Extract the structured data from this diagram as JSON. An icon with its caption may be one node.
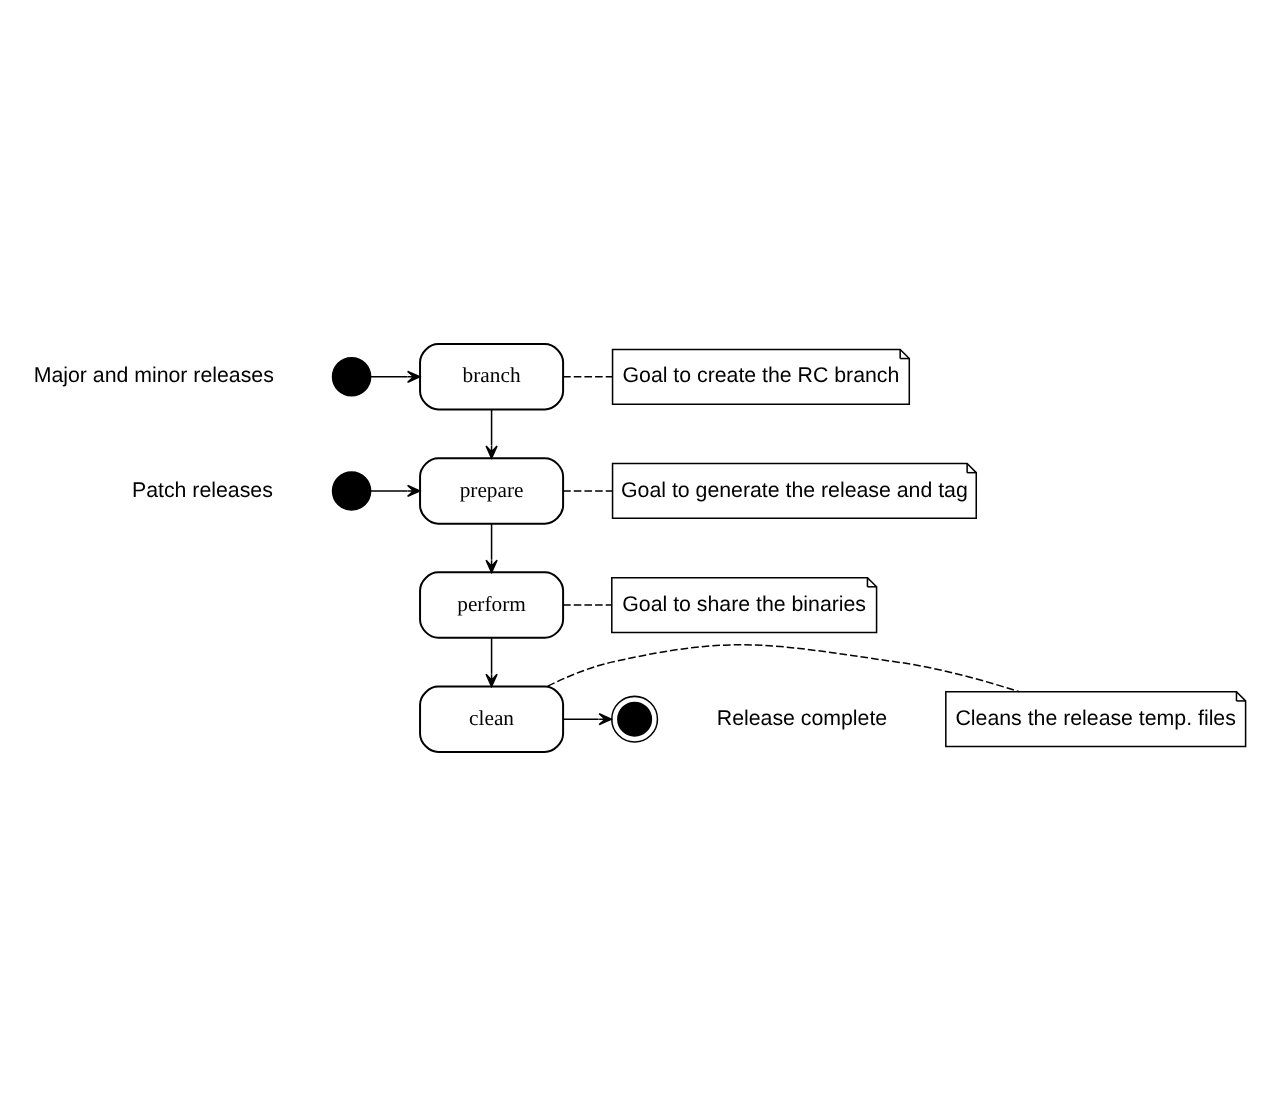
{
  "diagram": {
    "nodes": [
      {
        "text": [
          "Goal to create the RC branch"
        ]
      },
      {
        "text": [],
        "shape": "circle",
        "beside": [
          "Major and minor releases"
        ]
      },
      {
        "text": [
          "branch"
        ]
      },
      {
        "text": [
          "Goal to generate the release and tag"
        ]
      },
      {
        "text": [],
        "shape": "circle",
        "beside": [
          "Patch releases"
        ]
      },
      {
        "text": [
          "prepare"
        ]
      },
      {
        "text": [
          "Goal to share the binaries"
        ]
      },
      {
        "text": [
          "perform"
        ]
      },
      {
        "text": [
          "Cleans the release temp. files"
        ]
      },
      {
        "text": [
          "clean"
        ]
      },
      {
        "text": [],
        "shape": "circle",
        "beside": [
          "Release complete"
        ]
      }
    ],
    "edges": [
      {
        "from": 1,
        "to": 2,
        "arrow": "to"
      },
      {
        "from": 2,
        "to": 0,
        "arrow": "none",
        "style": "dashed"
      },
      {
        "from": 2,
        "to": 5,
        "arrow": "to"
      },
      {
        "from": 4,
        "to": 5,
        "arrow": "to"
      },
      {
        "from": 5,
        "to": 3,
        "arrow": "none",
        "style": "dashed"
      },
      {
        "from": 5,
        "to": 7,
        "arrow": "to"
      },
      {
        "from": 7,
        "to": 6,
        "arrow": "none",
        "style": "dashed"
      },
      {
        "from": 7,
        "to": 9,
        "arrow": "to"
      },
      {
        "from": 9,
        "to": 8,
        "arrow": "none",
        "style": "dashed"
      },
      {
        "from": 9,
        "to": 10,
        "arrow": "to"
      }
    ]
  }
}
